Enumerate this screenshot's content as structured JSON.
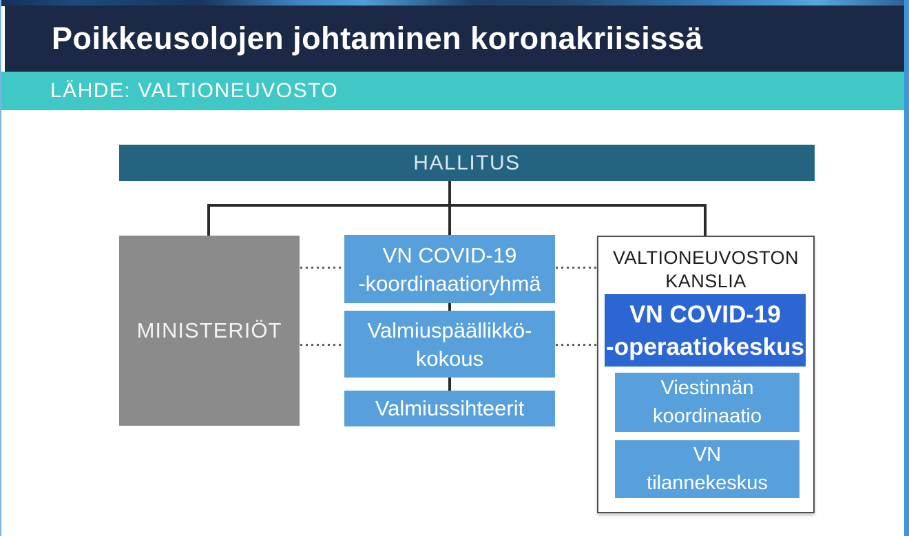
{
  "header": {
    "title": "Poikkeusolojen johtaminen koronakriisissä"
  },
  "source_bar": {
    "label": "LÄHDE: VALTIONEUVOSTO"
  },
  "org_chart": {
    "root": {
      "label": "HALLITUS"
    },
    "ministries": {
      "label": "MINISTERIÖT"
    },
    "center_boxes": [
      {
        "lines": [
          "VN COVID-19",
          "-koordinaatioryhmä"
        ]
      },
      {
        "lines": [
          "Valmiuspäällikkö-",
          "kokous"
        ]
      },
      {
        "lines": [
          "Valmiussihteerit"
        ]
      }
    ],
    "chancellery": {
      "title_lines": [
        "VALTIONEUVOSTON",
        "KANSLIA"
      ],
      "operations_center": {
        "lines": [
          "VN COVID-19",
          "-operaatiokeskus"
        ]
      },
      "sub_boxes": [
        {
          "lines": [
            "Viestinnän",
            "koordinaatio"
          ]
        },
        {
          "lines": [
            "VN",
            "tilannekeskus"
          ]
        }
      ]
    }
  },
  "colors": {
    "header_bg": "#1b2947",
    "source_bar_bg": "#40c8c6",
    "root_box_bg": "#256481",
    "light_blue_box_bg": "#58a0db",
    "dark_blue_box_bg": "#2c66d2",
    "gray_box_bg": "#8b8b8b",
    "connector": "#2b2b2b",
    "accent_strip": "#3d96d5"
  }
}
